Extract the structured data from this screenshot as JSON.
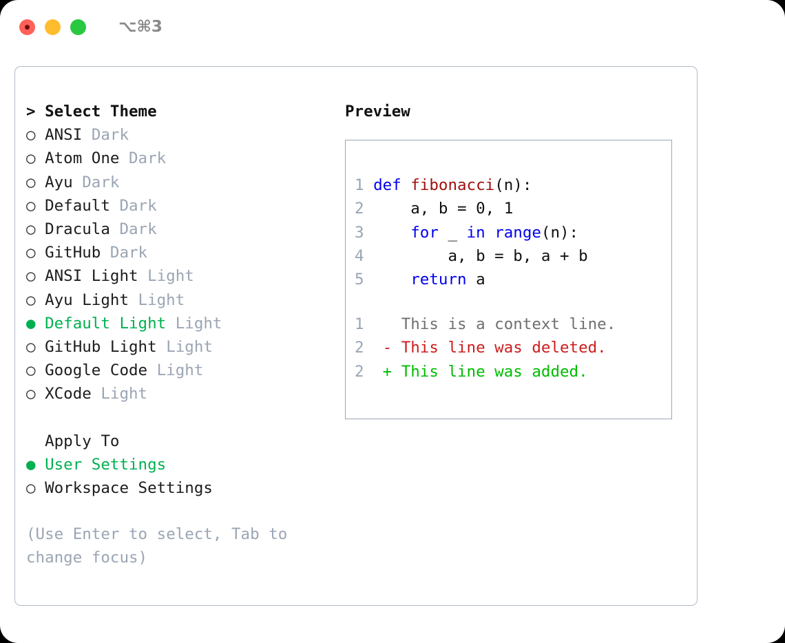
{
  "titlebar": {
    "shortcut": "⌥⌘3",
    "buttons": [
      {
        "name": "close",
        "color": "#ff6058"
      },
      {
        "name": "minimize",
        "color": "#ffbd2e"
      },
      {
        "name": "maximize",
        "color": "#28c840"
      }
    ]
  },
  "theme_picker": {
    "header_prefix": ">",
    "header": "Select Theme",
    "selected_theme": "Default Light",
    "items": [
      {
        "marker": "○",
        "label": "ANSI",
        "tag": "Dark",
        "selected": false
      },
      {
        "marker": "○",
        "label": "Atom One",
        "tag": "Dark",
        "selected": false
      },
      {
        "marker": "○",
        "label": "Ayu",
        "tag": "Dark",
        "selected": false
      },
      {
        "marker": "○",
        "label": "Default",
        "tag": "Dark",
        "selected": false
      },
      {
        "marker": "○",
        "label": "Dracula",
        "tag": "Dark",
        "selected": false
      },
      {
        "marker": "○",
        "label": "GitHub",
        "tag": "Dark",
        "selected": false
      },
      {
        "marker": "○",
        "label": "ANSI Light",
        "tag": "Light",
        "selected": false
      },
      {
        "marker": "○",
        "label": "Ayu Light",
        "tag": "Light",
        "selected": false
      },
      {
        "marker": "●",
        "label": "Default Light",
        "tag": "Light",
        "selected": true
      },
      {
        "marker": "○",
        "label": "GitHub Light",
        "tag": "Light",
        "selected": false
      },
      {
        "marker": "○",
        "label": "Google Code",
        "tag": "Light",
        "selected": false
      },
      {
        "marker": "○",
        "label": "XCode",
        "tag": "Light",
        "selected": false
      }
    ]
  },
  "apply_to": {
    "heading": "Apply To",
    "selected": "User Settings",
    "options": [
      {
        "marker": "●",
        "label": "User Settings",
        "selected": true
      },
      {
        "marker": "○",
        "label": "Workspace Settings",
        "selected": false
      }
    ]
  },
  "hint": "(Use Enter to select, Tab to change focus)",
  "preview": {
    "title": "Preview",
    "code_lines": [
      {
        "no": "1",
        "tokens": [
          {
            "t": "def",
            "c": "kw"
          },
          {
            "t": " ",
            "c": "plain"
          },
          {
            "t": "fibonacci",
            "c": "fn"
          },
          {
            "t": "(n):",
            "c": "plain"
          }
        ]
      },
      {
        "no": "2",
        "tokens": [
          {
            "t": "    a, b = 0, 1",
            "c": "plain"
          }
        ]
      },
      {
        "no": "3",
        "tokens": [
          {
            "t": "    ",
            "c": "plain"
          },
          {
            "t": "for",
            "c": "kw"
          },
          {
            "t": " _ ",
            "c": "plain"
          },
          {
            "t": "in",
            "c": "kw"
          },
          {
            "t": " ",
            "c": "plain"
          },
          {
            "t": "range",
            "c": "kw"
          },
          {
            "t": "(n):",
            "c": "plain"
          }
        ]
      },
      {
        "no": "4",
        "tokens": [
          {
            "t": "        a, b = b, a + b",
            "c": "plain"
          }
        ]
      },
      {
        "no": "5",
        "tokens": [
          {
            "t": "    ",
            "c": "plain"
          },
          {
            "t": "return",
            "c": "kw"
          },
          {
            "t": " a",
            "c": "plain"
          }
        ]
      }
    ],
    "diff_lines": [
      {
        "no": "1",
        "marker": " ",
        "text": "  This is a context line.",
        "kind": "ctx"
      },
      {
        "no": "2",
        "marker": "-",
        "text": "- This line was deleted.",
        "kind": "del"
      },
      {
        "no": "2",
        "marker": "+",
        "text": "+ This line was added.",
        "kind": "add"
      }
    ]
  },
  "colors": {
    "accent_green": "#00b050",
    "muted_gray": "#9aa5b4",
    "keyword_blue": "#0000ee",
    "function_red": "#a01010",
    "diff_delete": "#cc1d1d",
    "diff_add": "#00bb00",
    "border": "#b2bcc9"
  }
}
